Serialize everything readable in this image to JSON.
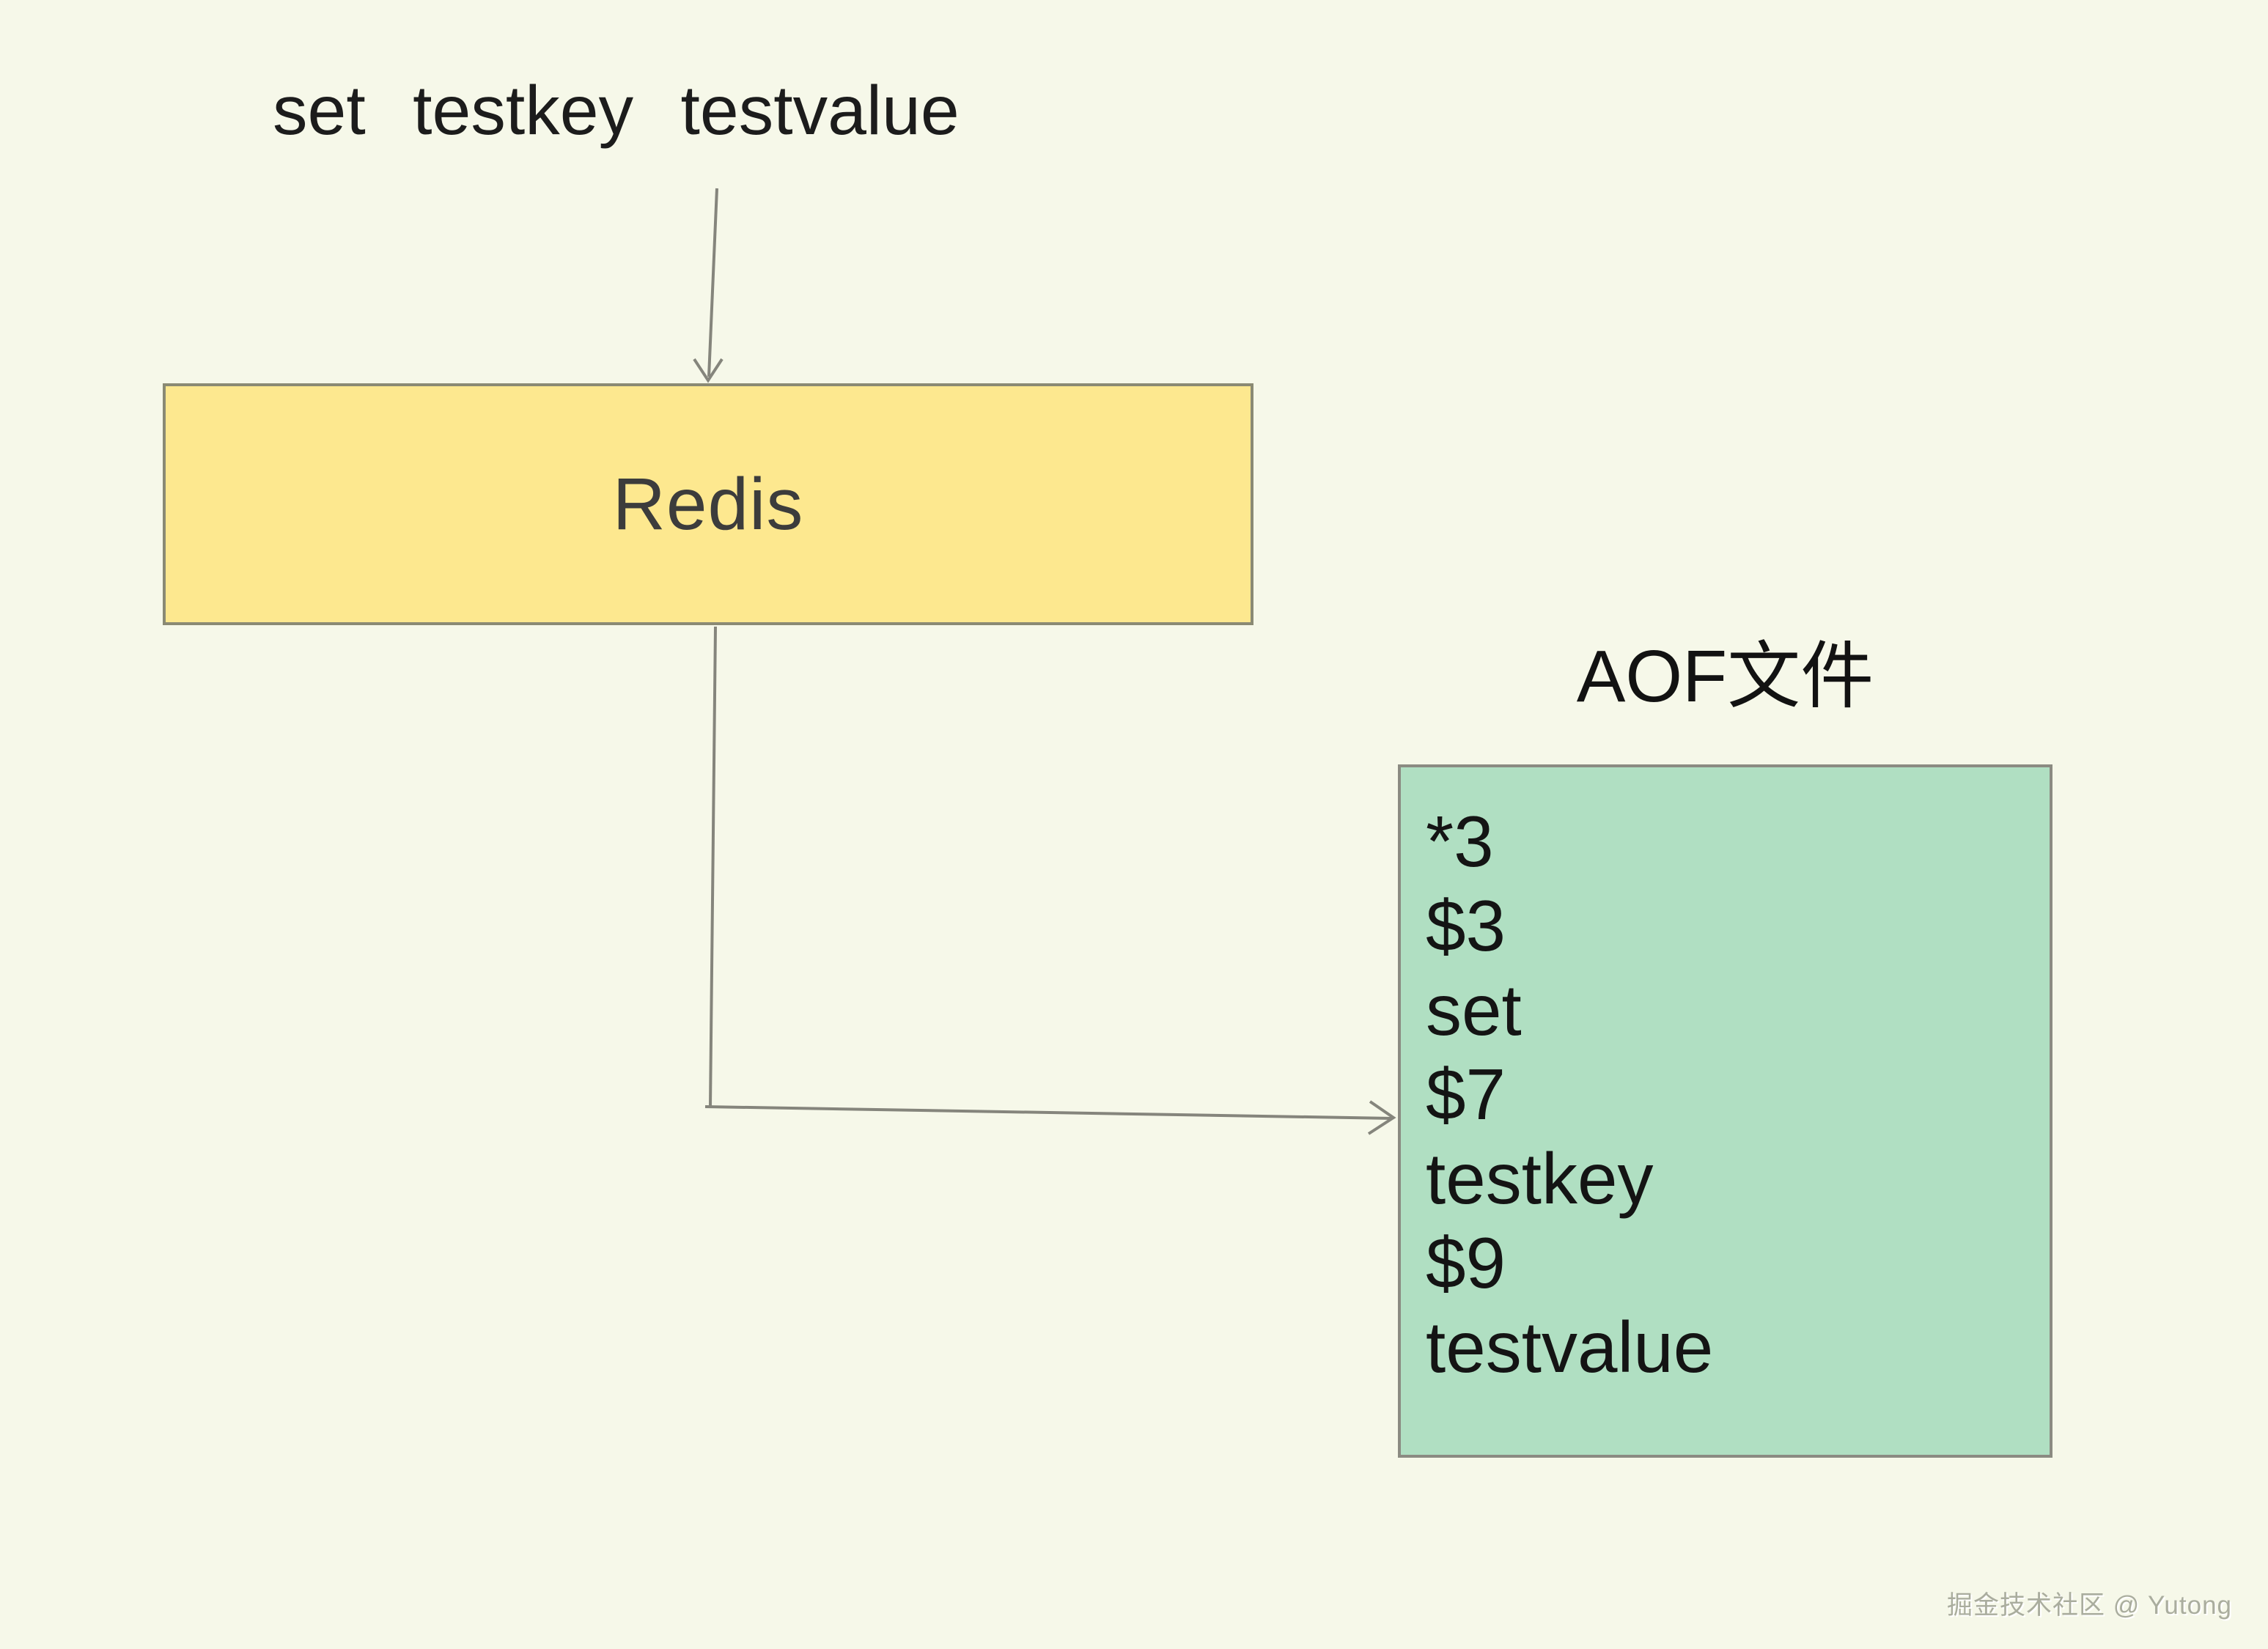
{
  "diagram": {
    "background_color": "#f6f8e9",
    "command_text": "set testkey testvalue",
    "arrow_color": "#85857c",
    "redis_box": {
      "label": "Redis",
      "fill_color": "#fde88f",
      "border_color": "#8a8a74",
      "text_color": "#3c3c3c"
    },
    "aof": {
      "title": "AOF文件",
      "fill_color": "#b0dfc2",
      "border_color": "#8b8b82",
      "lines": [
        "*3",
        "$3",
        "set",
        "$7",
        "testkey",
        "$9",
        "testvalue"
      ]
    },
    "watermark": "掘金技术社区 @ Yutong"
  }
}
